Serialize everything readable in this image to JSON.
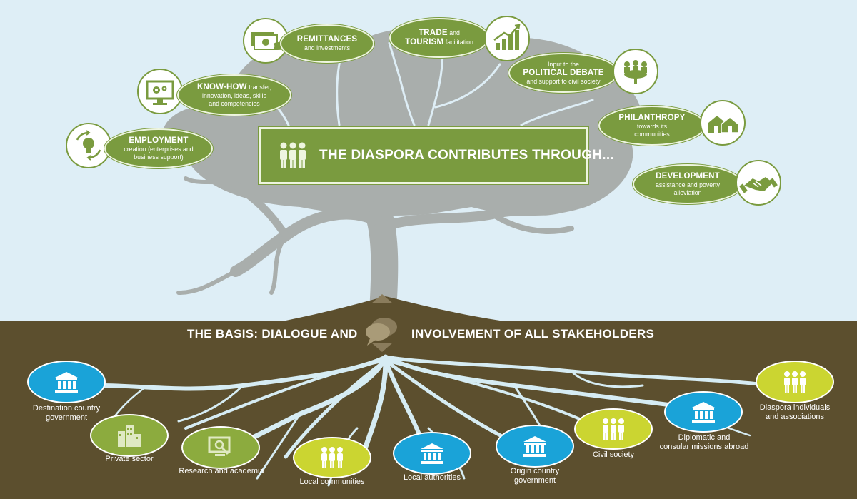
{
  "banner": {
    "title": "THE DIASPORA CONTRIBUTES THROUGH..."
  },
  "contributions": {
    "remittances": {
      "title": "REMITTANCES",
      "sub": "and investments"
    },
    "trade": {
      "title1": "TRADE",
      "and": "and",
      "title2": "TOURISM",
      "sub": "facilitation"
    },
    "political": {
      "pre": "Input to the",
      "title": "POLITICAL DEBATE",
      "sub": "and support to civil society"
    },
    "knowhow": {
      "title": "KNOW-HOW",
      "sub1": "transfer,",
      "sub2": "innovation, ideas, skills",
      "sub3": "and competencies"
    },
    "philanthropy": {
      "title": "PHILANTHROPY",
      "sub1": "towards its",
      "sub2": "communities"
    },
    "employment": {
      "title": "EMPLOYMENT",
      "sub1": "creation (enterprises and",
      "sub2": "business support)"
    },
    "development": {
      "title": "DEVELOPMENT",
      "sub1": "assistance and poverty",
      "sub2": "alleviation"
    }
  },
  "basis": {
    "left": "THE BASIS: DIALOGUE AND",
    "right": "INVOLVEMENT OF ALL STAKEHOLDERS"
  },
  "stakeholders": {
    "destination_gov": {
      "line1": "Destination country",
      "line2": "government"
    },
    "private_sector": {
      "line1": "Private sector"
    },
    "research": {
      "line1": "Research and academia"
    },
    "local_communities": {
      "line1": "Local communities"
    },
    "local_authorities": {
      "line1": "Local authorities"
    },
    "origin_gov": {
      "line1": "Origin country",
      "line2": "government"
    },
    "civil_society": {
      "line1": "Civil society"
    },
    "diplomatic": {
      "line1": "Diplomatic and",
      "line2": "consular missions abroad"
    },
    "diaspora": {
      "line1": "Diaspora individuals",
      "line2": "and associations"
    }
  },
  "colors": {
    "sky": "#deeef6",
    "tree": "#a9aeac",
    "green": "#7a9b3f",
    "soil": "#5c4f2e",
    "roots": "#d6ecf3",
    "blue": "#1aa3d8",
    "lime": "#cbd531"
  }
}
